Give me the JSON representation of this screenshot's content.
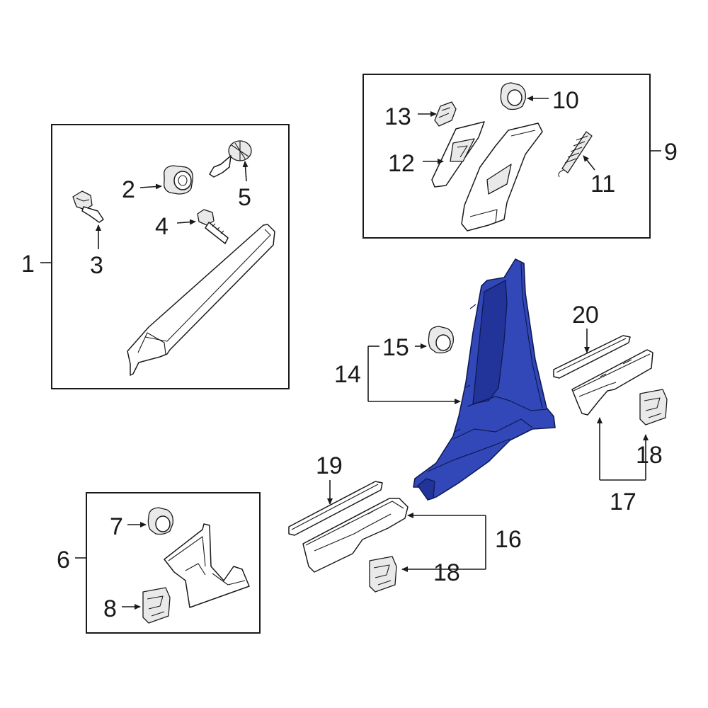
{
  "callouts": {
    "c1": "1",
    "c2": "2",
    "c3": "3",
    "c4": "4",
    "c5": "5",
    "c6": "6",
    "c7": "7",
    "c8": "8",
    "c9": "9",
    "c10": "10",
    "c11": "11",
    "c12": "12",
    "c13": "13",
    "c14": "14",
    "c15": "15",
    "c16": "16",
    "c17": "17",
    "c18a": "18",
    "c18b": "18",
    "c19": "19",
    "c20": "20"
  },
  "colors": {
    "highlight_part": "#3348b8",
    "line": "#1a1a1a",
    "background": "#ffffff"
  }
}
